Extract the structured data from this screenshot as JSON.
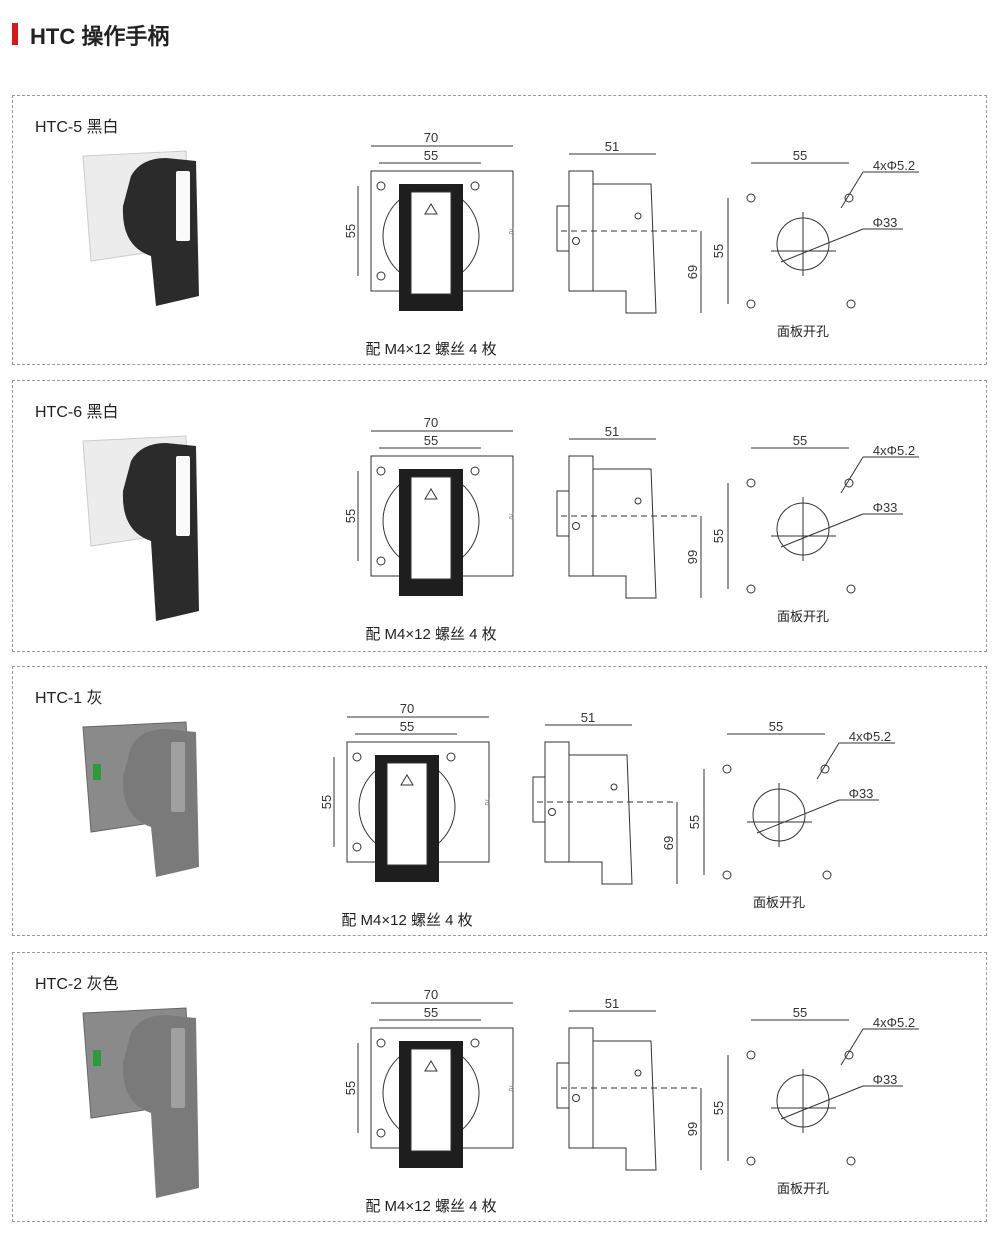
{
  "header": {
    "title": "HTC 操作手柄",
    "accent": "#d7191c"
  },
  "sections": [
    {
      "title": "HTC-5 黑白",
      "color": "black-white",
      "long_handle": false,
      "dims": {
        "overall_width": "70",
        "hole_spacing": "55",
        "hole_spacing_v": "55",
        "side_width": "51",
        "side_depth": "69",
        "panel_spacing": "55",
        "panel_spacing_v": "55",
        "small_hole": "4xΦ5.2",
        "big_hole": "Φ33",
        "tiny_label": "70"
      },
      "panel_label": "面板开孔",
      "caption": "配 M4×12 螺丝 4 枚"
    },
    {
      "title": "HTC-6 黑白",
      "color": "black-white",
      "long_handle": true,
      "dims": {
        "overall_width": "70",
        "hole_spacing": "55",
        "hole_spacing_v": "55",
        "side_width": "51",
        "side_depth": "99",
        "panel_spacing": "55",
        "panel_spacing_v": "55",
        "small_hole": "4xΦ5.2",
        "big_hole": "Φ33",
        "tiny_label": "70"
      },
      "panel_label": "面板开孔",
      "caption": "配 M4×12 螺丝 4 枚"
    },
    {
      "title": "HTC-1 灰",
      "color": "gray",
      "long_handle": false,
      "dims": {
        "overall_width": "70",
        "hole_spacing": "55",
        "hole_spacing_v": "55",
        "side_width": "51",
        "side_depth": "69",
        "panel_spacing": "55",
        "panel_spacing_v": "55",
        "small_hole": "4xΦ5.2",
        "big_hole": "Φ33",
        "tiny_label": "70"
      },
      "panel_label": "面板开孔",
      "caption": "配 M4×12 螺丝 4 枚"
    },
    {
      "title": "HTC-2 灰色",
      "color": "gray",
      "long_handle": true,
      "dims": {
        "overall_width": "70",
        "hole_spacing": "55",
        "hole_spacing_v": "55",
        "side_width": "51",
        "side_depth": "99",
        "panel_spacing": "55",
        "panel_spacing_v": "55",
        "small_hole": "4xΦ5.2",
        "big_hole": "Φ33",
        "tiny_label": "70"
      },
      "panel_label": "面板开孔",
      "caption": "配 M4×12 螺丝 4 枚"
    }
  ]
}
